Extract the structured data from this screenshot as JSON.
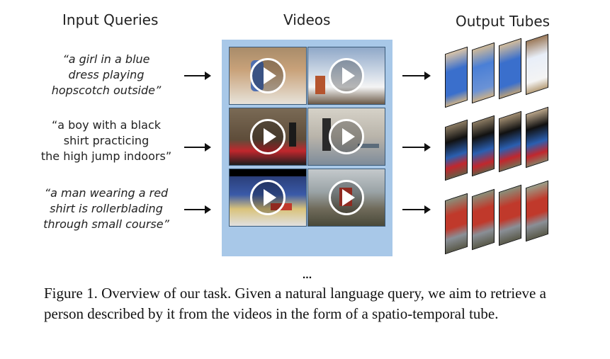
{
  "headers": {
    "input": "Input Queries",
    "videos": "Videos",
    "output": "Output Tubes"
  },
  "queries": [
    {
      "text": "“a girl in a blue dress playing hopscotch outside”",
      "lines": [
        "“a girl in a blue",
        "dress playing",
        "hopscotch outside”"
      ],
      "italic": true
    },
    {
      "text": "“a boy with a black shirt practicing the high jump indoors”",
      "lines": [
        "“a boy with a black",
        "shirt practicing",
        "the high jump indoors”"
      ],
      "italic": false
    },
    {
      "text": "“a man wearing a red shirt is rollerblading through small course”",
      "lines": [
        "“a man wearing a red",
        "shirt is rollerblading",
        "through small course”"
      ],
      "italic": true
    }
  ],
  "videos": {
    "ellipsis": "...",
    "thumbnails": [
      {
        "scene": "hopscotch-outdoor",
        "colors": [
          "#c9a27a",
          "#4f6fb0",
          "#e7e3da"
        ]
      },
      {
        "scene": "winter-outdoor",
        "colors": [
          "#8fa8c8",
          "#ffffff",
          "#5a4a3a"
        ]
      },
      {
        "scene": "gym-high-jump",
        "colors": [
          "#6f5a3e",
          "#c1272d",
          "#222222"
        ]
      },
      {
        "scene": "gym-indoor",
        "colors": [
          "#b9b4aa",
          "#2a2a2a",
          "#7e8c9a"
        ]
      },
      {
        "scene": "indoor-room",
        "colors": [
          "#2b3f7a",
          "#d9c27a",
          "#e0e0e0"
        ]
      },
      {
        "scene": "rollerblading-road",
        "colors": [
          "#9aa3a6",
          "#c0392b",
          "#4a4a3a"
        ]
      }
    ]
  },
  "tubes": [
    {
      "subject": "girl-blue-dress",
      "colors": [
        "#3a6fcc",
        "#d9c4a8"
      ]
    },
    {
      "subject": "boy-black-shirt",
      "colors": [
        "#111111",
        "#c1272d"
      ]
    },
    {
      "subject": "man-red-shirt",
      "colors": [
        "#c0392b",
        "#8a8f96"
      ]
    }
  ],
  "caption": "Figure 1. Overview of our task. Given a natural language query, we aim to retrieve a person described by it from the videos in the form of a spatio-temporal tube."
}
